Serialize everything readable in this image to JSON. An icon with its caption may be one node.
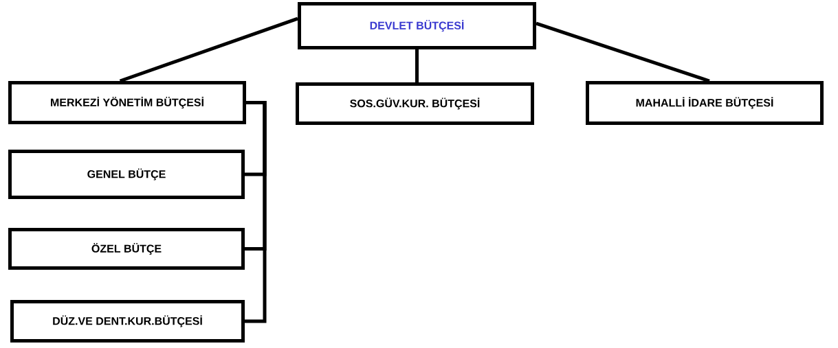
{
  "diagram": {
    "nodes": [
      {
        "text": [
          "DEVLET BÜTÇESİ"
        ]
      },
      {
        "text": [
          "MERKEZİ YÖNETİM BÜTÇESİ"
        ]
      },
      {
        "text": [
          "SOS.GÜV.KUR. BÜTÇESİ"
        ]
      },
      {
        "text": [
          "MAHALLİ İDARE BÜTÇESİ"
        ]
      },
      {
        "text": [
          "GENEL BÜTÇE"
        ]
      },
      {
        "text": [
          "ÖZEL BÜTÇE"
        ]
      },
      {
        "text": [
          "DÜZ.VE DENT.KUR.BÜTÇESİ"
        ]
      }
    ],
    "edges": [
      {
        "from": 0,
        "to": 1,
        "arrow": "none"
      },
      {
        "from": 0,
        "to": 2,
        "arrow": "none"
      },
      {
        "from": 0,
        "to": 3,
        "arrow": "none"
      },
      {
        "from": 1,
        "to": 4,
        "arrow": "none"
      },
      {
        "from": 1,
        "to": 5,
        "arrow": "none"
      },
      {
        "from": 1,
        "to": 6,
        "arrow": "none"
      }
    ]
  }
}
